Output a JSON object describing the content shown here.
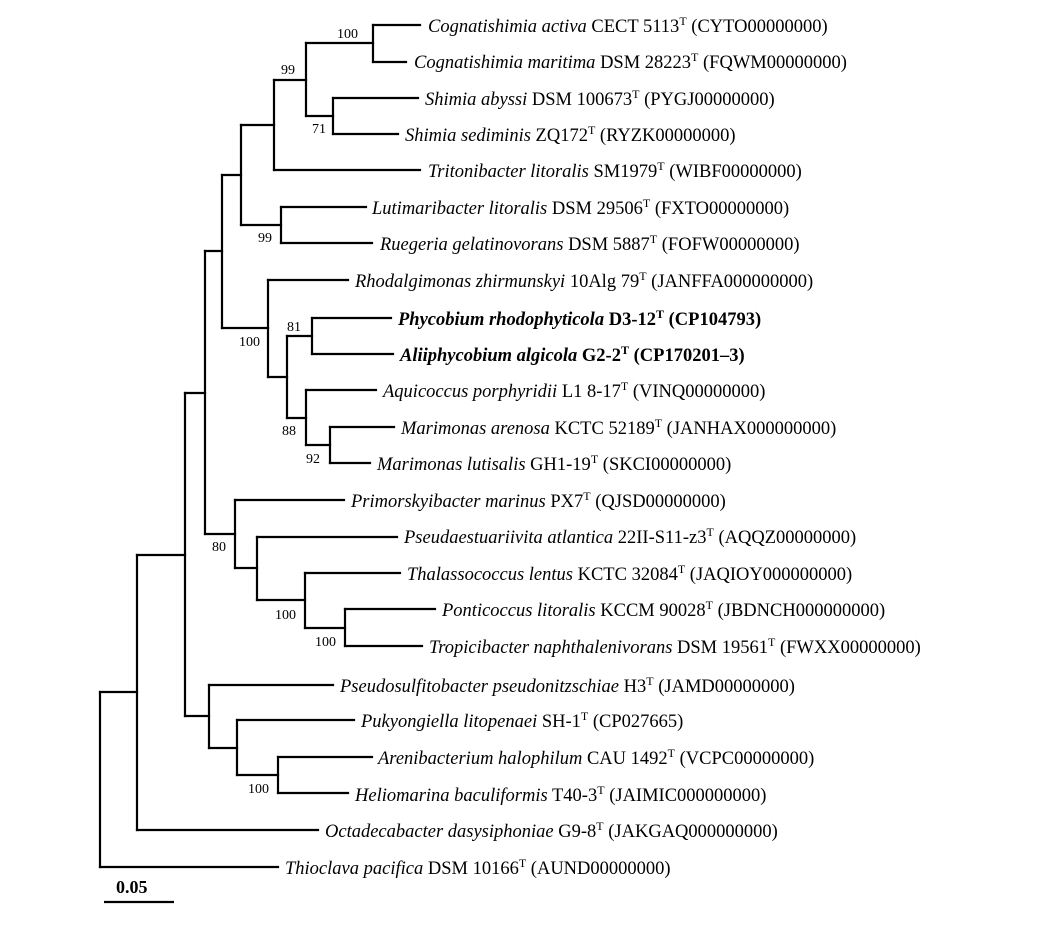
{
  "figure": {
    "scale_bar_label": "0.05",
    "leaves": [
      {
        "genus": "Cognatishimia activa",
        "strain": "CECT 5113",
        "sup": "T",
        "accession": "(CYTO00000000)",
        "bold": false
      },
      {
        "genus": "Cognatishimia maritima",
        "strain": "DSM 28223",
        "sup": "T",
        "accession": "(FQWM00000000)",
        "bold": false
      },
      {
        "genus": "Shimia abyssi",
        "strain": "DSM 100673",
        "sup": "T",
        "accession": "(PYGJ00000000)",
        "bold": false
      },
      {
        "genus": "Shimia sediminis",
        "strain": "ZQ172",
        "sup": "T",
        "accession": "(RYZK00000000)",
        "bold": false
      },
      {
        "genus": "Tritonibacter litoralis",
        "strain": "SM1979",
        "sup": "T",
        "accession": "(WIBF00000000)",
        "bold": false
      },
      {
        "genus": "Lutimaribacter litoralis",
        "strain": "DSM 29506",
        "sup": "T",
        "accession": "(FXTO00000000)",
        "bold": false
      },
      {
        "genus": "Ruegeria gelatinovorans",
        "strain": "DSM 5887",
        "sup": "T",
        "accession": "(FOFW00000000)",
        "bold": false
      },
      {
        "genus": "Rhodalgimonas zhirmunskyi",
        "strain": "10Alg 79",
        "sup": "T",
        "accession": "(JANFFA000000000)",
        "bold": false
      },
      {
        "genus": "Phycobium rhodophyticola",
        "strain": "D3-12",
        "sup": "T",
        "accession": "(CP104793)",
        "bold": true
      },
      {
        "genus": "Aliiphycobium algicola",
        "strain": "G2-2",
        "sup": "T",
        "accession": "(CP170201–3)",
        "bold": true
      },
      {
        "genus": "Aquicoccus porphyridii",
        "strain": "L1 8-17",
        "sup": "T",
        "accession": "(VINQ00000000)",
        "bold": false
      },
      {
        "genus": "Marimonas arenosa",
        "strain": "KCTC 52189",
        "sup": "T",
        "accession": "(JANHAX000000000)",
        "bold": false
      },
      {
        "genus": "Marimonas lutisalis",
        "strain": "GH1-19",
        "sup": "T",
        "accession": "(SKCI00000000)",
        "bold": false
      },
      {
        "genus": "Primorskyibacter marinus",
        "strain": "PX7",
        "sup": "T",
        "accession": "(QJSD00000000)",
        "bold": false
      },
      {
        "genus": "Pseudaestuariivita atlantica",
        "strain": "22II-S11-z3",
        "sup": "T",
        "accession": "(AQQZ00000000)",
        "bold": false
      },
      {
        "genus": "Thalassococcus lentus",
        "strain": "KCTC 32084",
        "sup": "T",
        "accession": "(JAQIOY000000000)",
        "bold": false
      },
      {
        "genus": "Ponticoccus litoralis",
        "strain": "KCCM 90028",
        "sup": "T",
        "accession": "(JBDNCH000000000)",
        "bold": false
      },
      {
        "genus": "Tropicibacter naphthalenivorans",
        "strain": "DSM 19561",
        "sup": "T",
        "accession": "(FWXX00000000)",
        "bold": false
      },
      {
        "genus": "Pseudosulfitobacter pseudonitzschiae",
        "strain": "H3",
        "sup": "T",
        "accession": "(JAMD00000000)",
        "bold": false
      },
      {
        "genus": "Pukyongiella litopenaei",
        "strain": "SH-1",
        "sup": "T",
        "accession": "(CP027665)",
        "bold": false
      },
      {
        "genus": "Arenibacterium halophilum",
        "strain": "CAU 1492",
        "sup": "T",
        "accession": "(VCPC00000000)",
        "bold": false
      },
      {
        "genus": "Heliomarina baculiformis",
        "strain": "T40-3",
        "sup": "T",
        "accession": "(JAIMIC000000000)",
        "bold": false
      },
      {
        "genus": "Octadecabacter dasysiphoniae",
        "strain": "G9-8",
        "sup": "T",
        "accession": "(JAKGAQ000000000)",
        "bold": false
      },
      {
        "genus": "Thioclava pacifica",
        "strain": "DSM 10166",
        "sup": "T",
        "accession": "(AUND00000000)",
        "bold": false
      }
    ],
    "bootstrap": [
      "100",
      "99",
      "71",
      "99",
      "81",
      "100",
      "88",
      "92",
      "80",
      "100",
      "100",
      "100"
    ]
  }
}
